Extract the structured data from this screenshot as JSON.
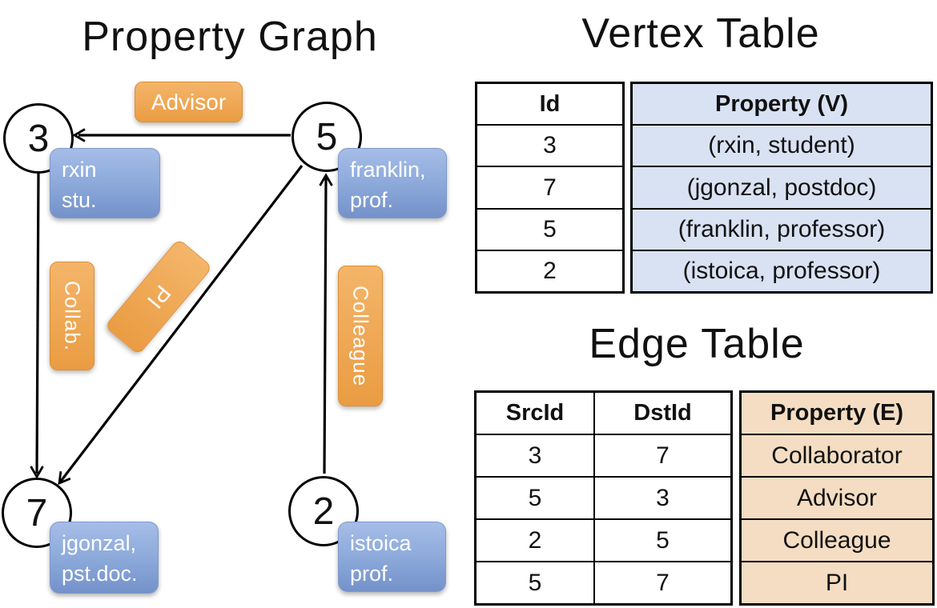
{
  "graph": {
    "title": "Property Graph",
    "nodes": [
      {
        "id": "3",
        "label_lines": [
          "rxin",
          "stu."
        ]
      },
      {
        "id": "5",
        "label_lines": [
          "franklin,",
          "prof."
        ]
      },
      {
        "id": "7",
        "label_lines": [
          "jgonzal,",
          "pst.doc."
        ]
      },
      {
        "id": "2",
        "label_lines": [
          "istoica",
          "prof."
        ]
      }
    ],
    "edge_labels": {
      "advisor": "Advisor",
      "collab": "Collab.",
      "pi": "PI",
      "colleague": "Colleague"
    }
  },
  "vertex_table": {
    "title": "Vertex Table",
    "columns": {
      "id": "Id",
      "property": "Property (V)"
    },
    "rows": [
      {
        "id": "3",
        "property": "(rxin, student)"
      },
      {
        "id": "7",
        "property": "(jgonzal, postdoc)"
      },
      {
        "id": "5",
        "property": "(franklin, professor)"
      },
      {
        "id": "2",
        "property": "(istoica, professor)"
      }
    ]
  },
  "edge_table": {
    "title": "Edge Table",
    "columns": {
      "src": "SrcId",
      "dst": "DstId",
      "property": "Property (E)"
    },
    "rows": [
      {
        "src": "3",
        "dst": "7",
        "property": "Collaborator"
      },
      {
        "src": "5",
        "dst": "3",
        "property": "Advisor"
      },
      {
        "src": "2",
        "dst": "5",
        "property": "Colleague"
      },
      {
        "src": "5",
        "dst": "7",
        "property": "PI"
      }
    ]
  },
  "colors": {
    "edge_label_orange_top": "#F4B56A",
    "edge_label_orange_bottom": "#EA9C42",
    "vertex_label_blue_top": "#A6BDE7",
    "vertex_label_blue_bottom": "#7492CA",
    "vertex_table_fill": "#D9E2F3",
    "edge_table_fill": "#F4DDC2",
    "line_color": "#000000"
  }
}
